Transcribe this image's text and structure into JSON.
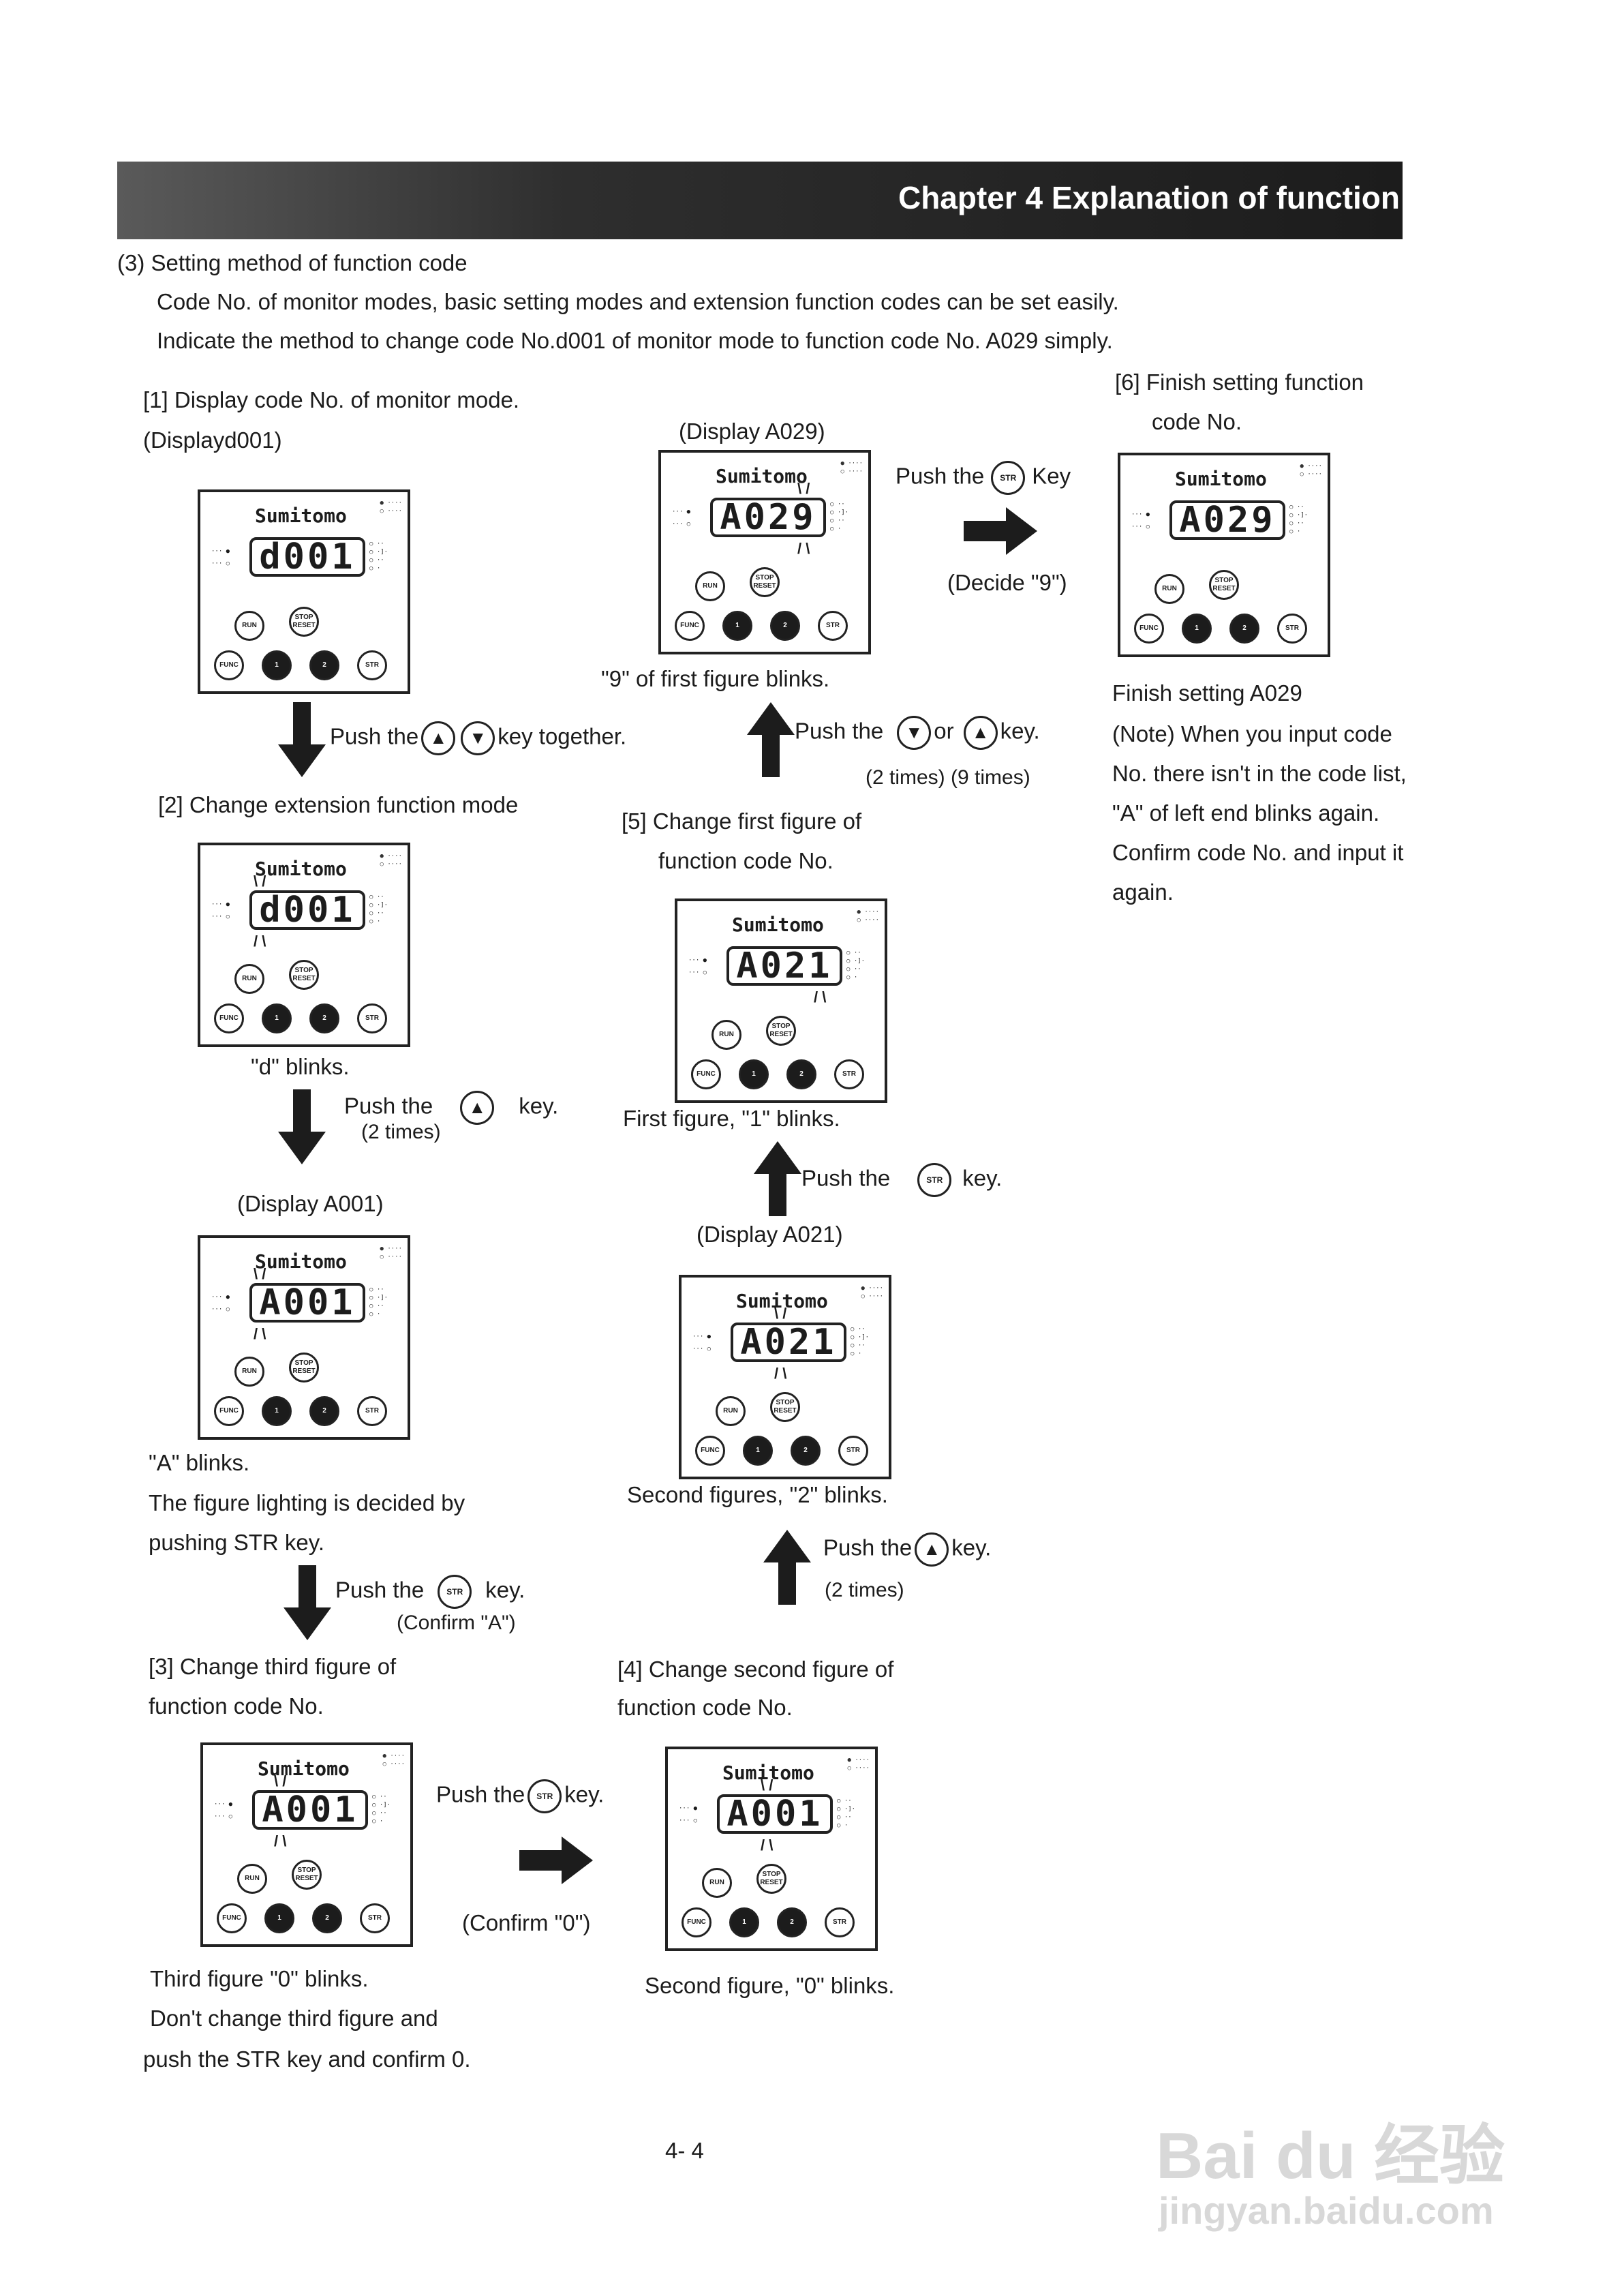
{
  "header": {
    "chapter_title": "Chapter 4 Explanation of function"
  },
  "intro": {
    "section": "(3) Setting method of function code",
    "line1": "Code No. of monitor modes, basic setting modes and extension function codes can be set easily.",
    "line2": "Indicate the method to change code No.d001 of monitor mode to function code No. A029 simply."
  },
  "panel_common": {
    "brand": "Sumitomo",
    "btn_run": "RUN",
    "btn_stop": "STOP RESET",
    "btn_func": "FUNC",
    "btn_up": "1",
    "btn_down": "2",
    "btn_str": "STR"
  },
  "steps": {
    "s1": {
      "title": "[1] Display code No. of monitor mode.",
      "sub": "(Displayd001)",
      "lcd": "d001"
    },
    "s2": {
      "title": "[2] Change extension function mode",
      "lcd": "d001",
      "caption": "\"d\" blinks."
    },
    "a1": {
      "push": "Push the",
      "tail": "key together."
    },
    "a2": {
      "push": "Push the",
      "tail": "key.",
      "times": "(2 times)"
    },
    "s2b": {
      "title": "(Display A001)",
      "lcd": "A001",
      "caption1": "\"A\" blinks.",
      "caption2": "The figure lighting is decided by",
      "caption3": "pushing STR key."
    },
    "a3": {
      "push": "Push the",
      "tail": "key.",
      "confirm": "(Confirm \"A\")"
    },
    "s3": {
      "title1": "[3] Change third figure of",
      "title2": "function code No.",
      "lcd": "A001",
      "caption1": "Third figure \"0\" blinks.",
      "caption2": "Don't change third figure and",
      "caption3": "push the STR key and confirm 0."
    },
    "a4": {
      "push": "Push the",
      "tail": "key.",
      "confirm": "(Confirm \"0\")"
    },
    "s4": {
      "title1": "[4] Change second figure of",
      "title2": "function code No.",
      "lcd": "A001",
      "caption": "Second figure, \"0\" blinks."
    },
    "a5": {
      "push": "Push the",
      "tail": "key.",
      "times": "(2 times)"
    },
    "s4b": {
      "title": "(Display A021)",
      "lcd": "A021",
      "caption": "Second figures, \"2\" blinks."
    },
    "a6": {
      "push": "Push the",
      "tail": "key."
    },
    "s5": {
      "title1": "[5] Change first figure of",
      "title2": "function code No.",
      "lcd": "A021",
      "caption": "First figure, \"1\" blinks."
    },
    "a7": {
      "push": "Push  the",
      "or": "or",
      "tail": "key.",
      "times": "(2 times)  (9 times)"
    },
    "s5b": {
      "title": "(Display A029)",
      "lcd": "A029",
      "caption": "\"9\" of first figure blinks."
    },
    "a8": {
      "push": "Push the",
      "tail": "Key",
      "decide": "(Decide \"9\")"
    },
    "s6": {
      "title1": "[6] Finish setting function",
      "title2": "code No.",
      "lcd": "A029",
      "caption": "Finish setting A029"
    },
    "note": [
      "(Note)  When  you  input  code",
      "No.  there isn't in the code list,",
      "\"A\"  of  left  end  blinks  again.",
      "Confirm  code  No.  and  input  it",
      "again."
    ]
  },
  "footer": {
    "page_number": "4- 4"
  },
  "watermark": {
    "logo": "Bai du 经验",
    "url": "jingyan.baidu.com"
  }
}
